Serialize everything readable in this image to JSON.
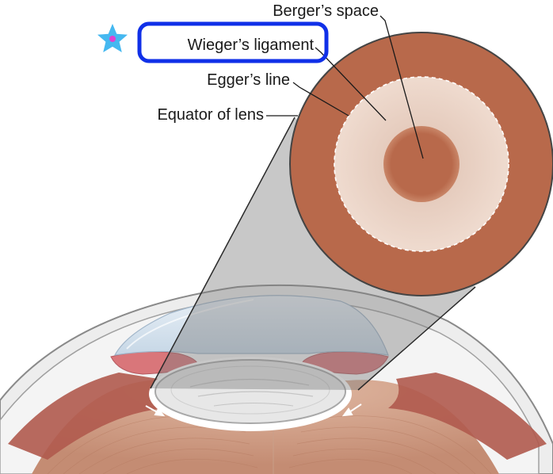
{
  "labels": {
    "bergers_space": "Berger’s space",
    "wiegers_ligament": "Wieger’s ligament",
    "eggers_line": "Egger’s line",
    "equator_of_lens": "Equator of lens"
  },
  "highlight": {
    "target": "wiegers_ligament",
    "box_color": "#1030e8",
    "star_color": "#45b8f0",
    "star_center_color": "#e040d0"
  },
  "colors": {
    "background": "#ffffff",
    "outer_ring": "#b8694b",
    "inner_light_zone": "#ecd4c6",
    "center_dot": "#b8694b",
    "magnifier_cone": "#7c7c7c",
    "cornea_fill": "#dbe7f1",
    "iris": "#d9767a",
    "lens": "#e7e7e7",
    "ciliary_muscle": "#b05a4e",
    "vitreous_tissue": "#d0a38c",
    "sclera_outline": "#8a8a8a"
  },
  "icons": {
    "highlight_star": "star-icon"
  }
}
